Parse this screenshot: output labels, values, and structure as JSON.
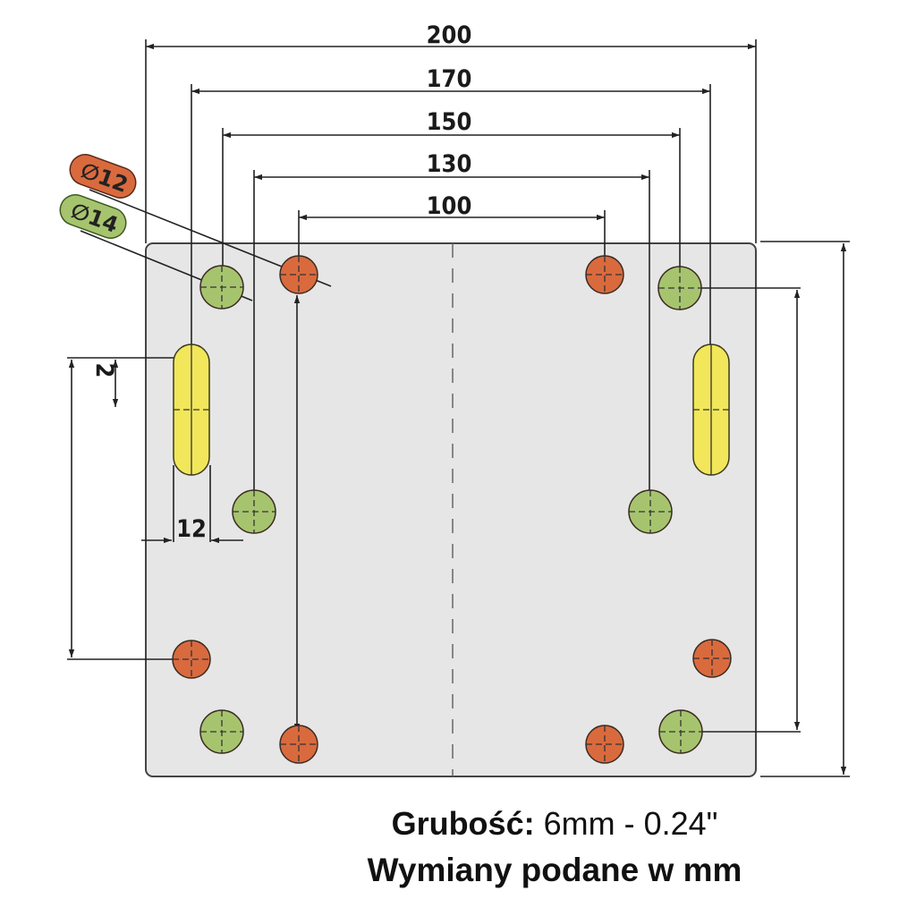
{
  "diagram": {
    "title": "VESA mounting plate drawing",
    "plate_color": "#e6e6e6",
    "colors": {
      "hole_12": "#d96a3e",
      "hole_14": "#a6c46e",
      "slot": "#f2e65a",
      "line": "#222222"
    },
    "horizontal_dimensions": [
      {
        "label": "200",
        "value_mm": 200
      },
      {
        "label": "170",
        "value_mm": 170
      },
      {
        "label": "150",
        "value_mm": 150
      },
      {
        "label": "130",
        "value_mm": 130
      },
      {
        "label": "100",
        "value_mm": 100
      }
    ],
    "hole_labels": [
      {
        "label": "∅12",
        "diameter_mm": 12,
        "color_key": "hole_12"
      },
      {
        "label": "∅14",
        "diameter_mm": 14,
        "color_key": "hole_14"
      }
    ],
    "slot_width_label": "12",
    "slot_offset_label": "2",
    "caption": {
      "line1_bold": "Grubość:",
      "line1_rest": " 6mm - 0.24\"",
      "line2": "Wymiany podane w mm"
    }
  }
}
